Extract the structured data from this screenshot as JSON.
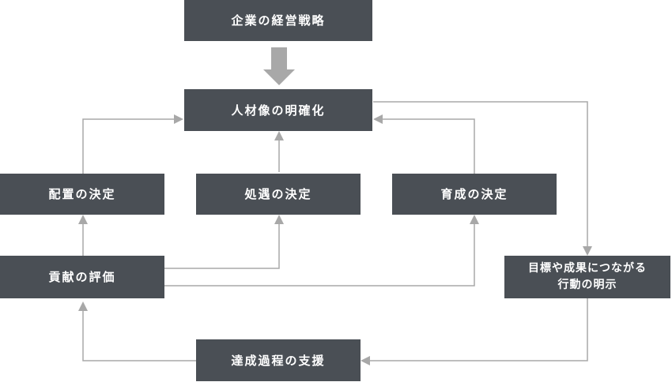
{
  "colors": {
    "box_fill": "#4a4f55",
    "box_text": "#ffffff",
    "connector": "#a8a8a8",
    "background": "#ffffff"
  },
  "nodes": {
    "corporate_strategy": "企業の経営戦略",
    "ideal_talent": "人材像の明確化",
    "placement_decision": "配置の決定",
    "treatment_decision": "処遇の決定",
    "development_decision": "育成の決定",
    "contribution_evaluation": "貢献の評価",
    "action_clarification_line1": "目標や成果につながる",
    "action_clarification_line2": "行動の明示",
    "achievement_support": "達成過程の支援"
  }
}
